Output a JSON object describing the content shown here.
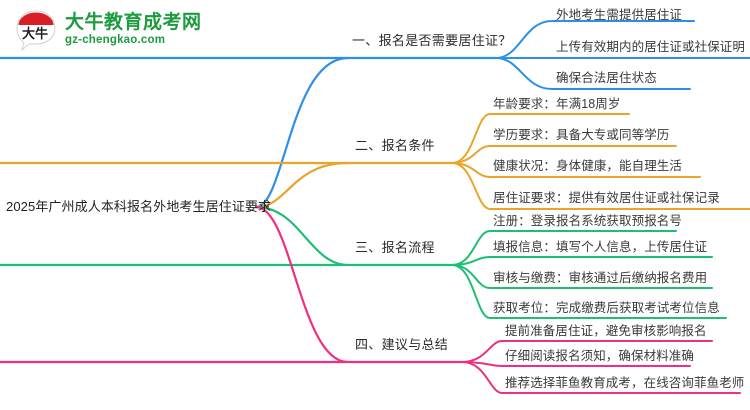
{
  "logo": {
    "mark_text": "大牛",
    "title": "大牛教育成考网",
    "subtitle": "gz-chengkao.com",
    "brand_color": "#1c9b3f",
    "mark_color": "#d81f26"
  },
  "mindmap": {
    "root": {
      "label": "2025年广州成人本科报名外地考生居住证要求"
    },
    "branches": [
      {
        "label": "一、报名是否需要居住证？",
        "color": "#2e8fe8",
        "leaves": [
          "外地考生需提供居住证",
          "上传有效期内的居住证或社保证明",
          "确保合法居住状态"
        ]
      },
      {
        "label": "二、报名条件",
        "color": "#eaa42a",
        "leaves": [
          "年龄要求：年满18周岁",
          "学历要求：具备大专或同等学历",
          "健康状况：身体健康，能自理生活",
          "居住证要求：提供有效居住证或社保记录"
        ]
      },
      {
        "label": "三、报名流程",
        "color": "#1dbf73",
        "leaves": [
          "注册：登录报名系统获取预报名号",
          "填报信息：填写个人信息，上传居住证",
          "审核与缴费：审核通过后缴纳报名费用",
          "获取考位：完成缴费后获取考试考位信息"
        ]
      },
      {
        "label": "四、建议与总结",
        "color": "#ef2f82",
        "leaves": [
          "提前准备居住证，避免审核影响报名",
          "仔细阅读报名须知，确保材料准确",
          "推荐选择菲鱼教育成考，在线咨询菲鱼老师"
        ]
      }
    ]
  }
}
